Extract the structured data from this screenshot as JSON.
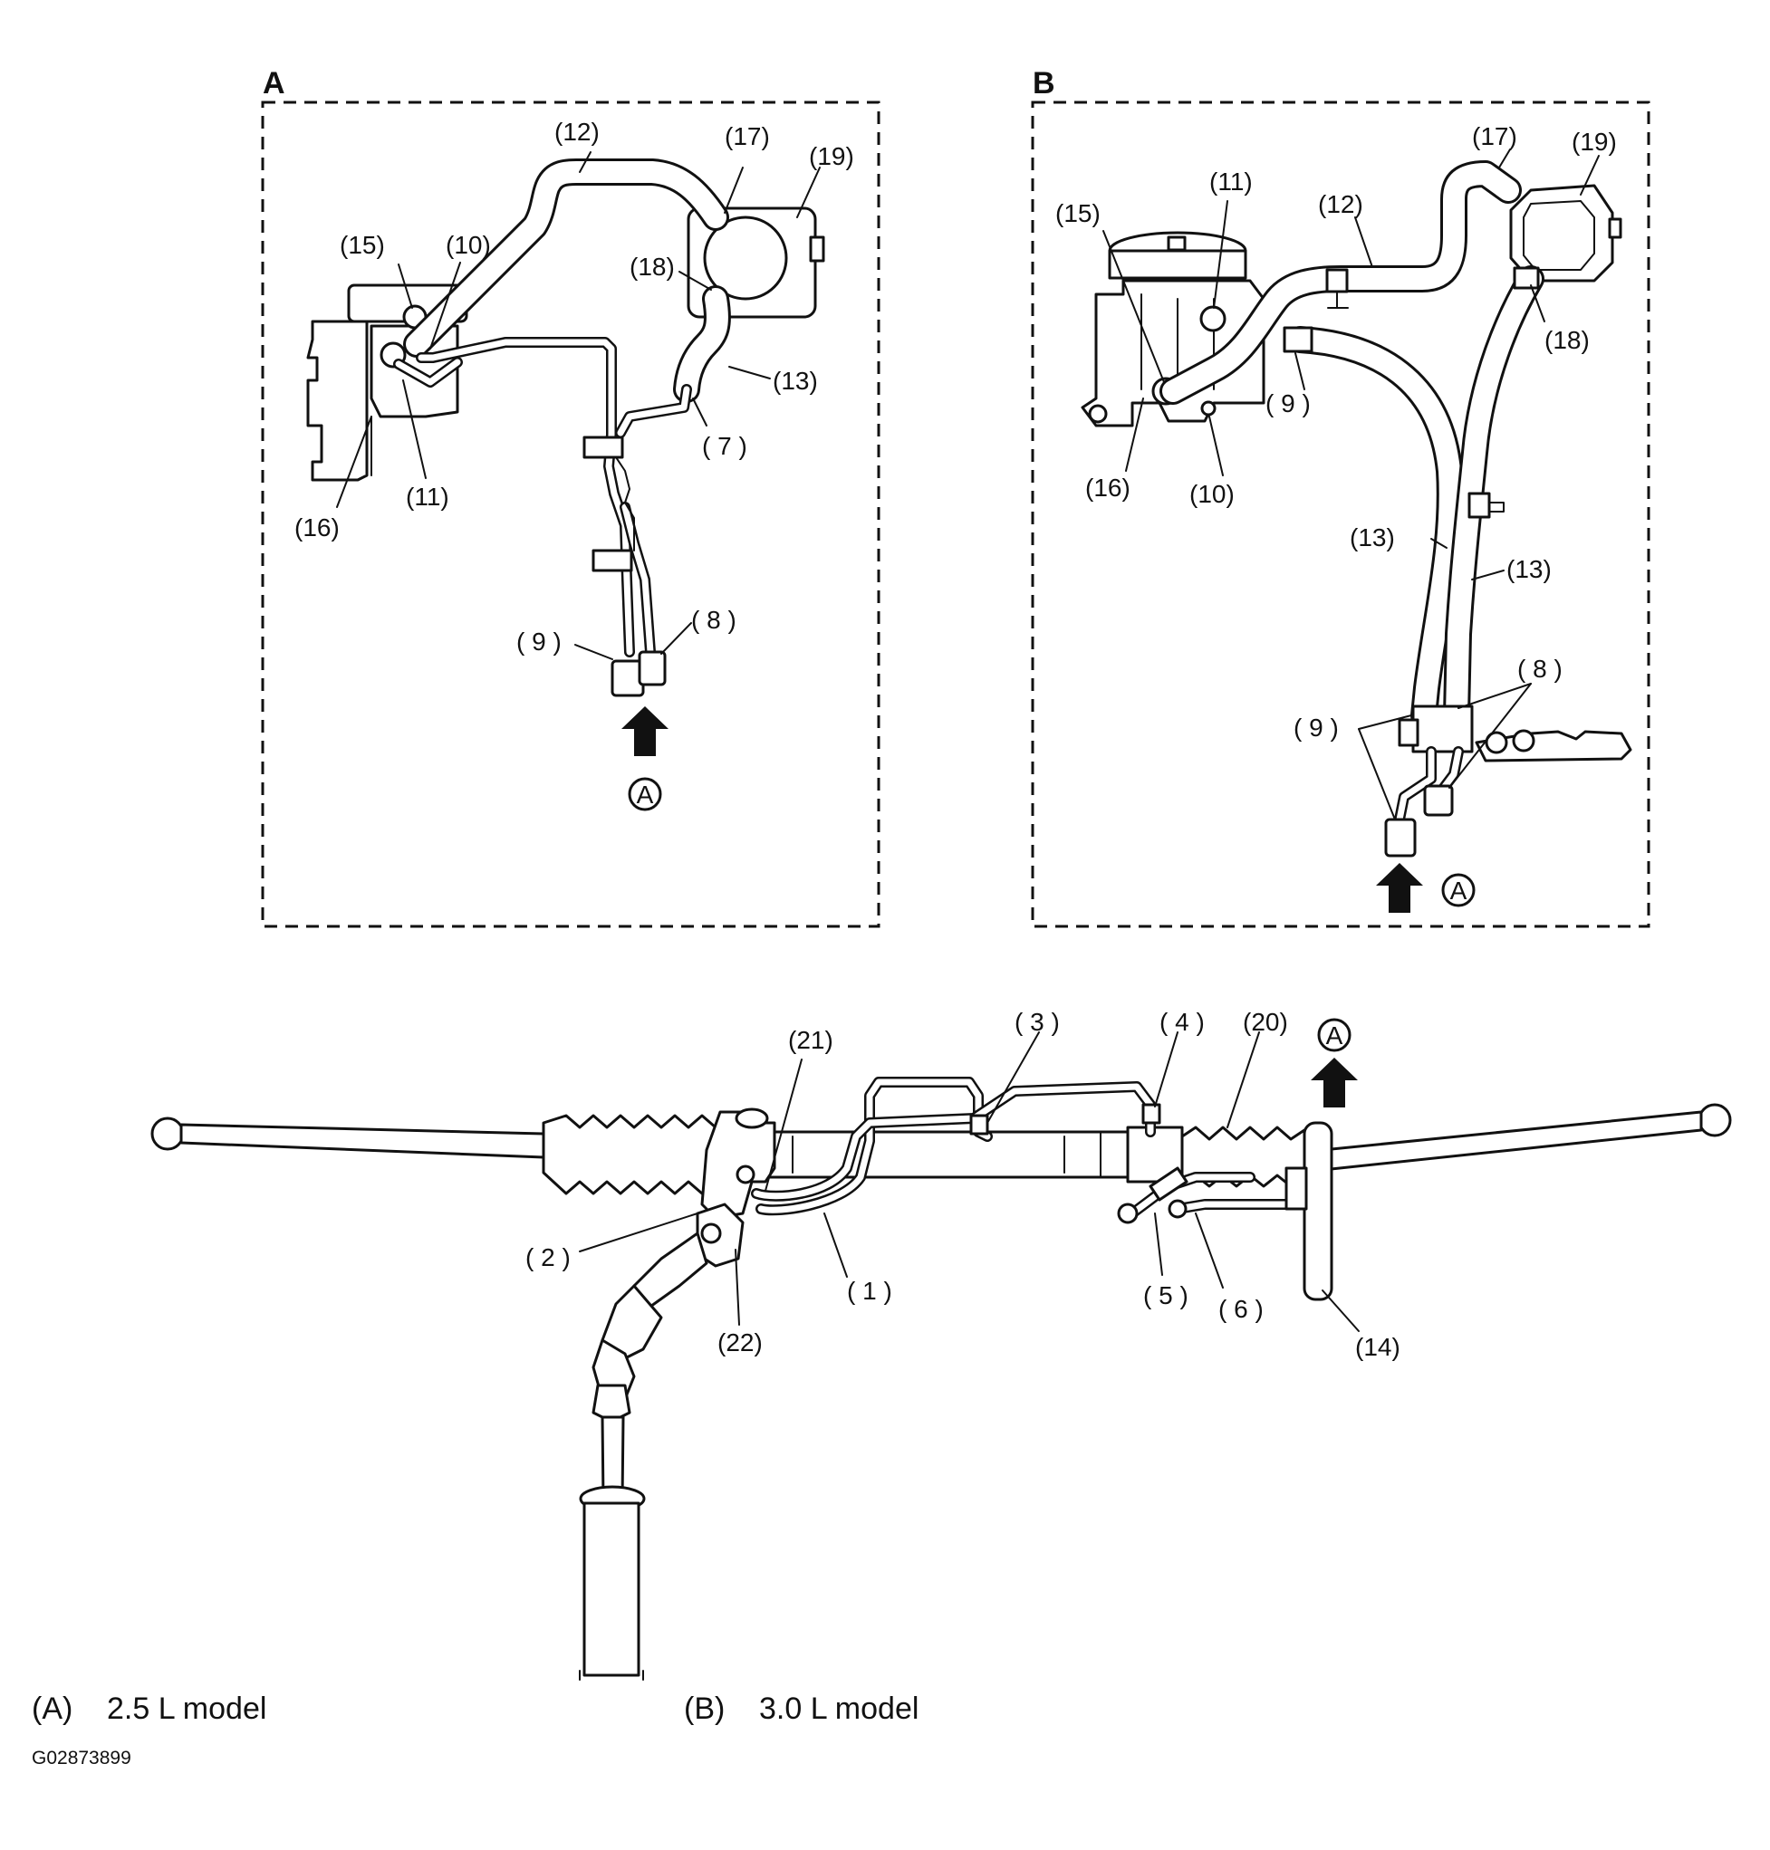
{
  "panels": {
    "a": {
      "title": "A",
      "labels": {
        "c7": "( 7 )",
        "c8": "( 8 )",
        "c9": "( 9 )",
        "c10": "(10)",
        "c11": "(11)",
        "c12": "(12)",
        "c13": "(13)",
        "c15": "(15)",
        "c16": "(16)",
        "c17": "(17)",
        "c18": "(18)",
        "c19": "(19)"
      },
      "marker": "A"
    },
    "b": {
      "title": "B",
      "labels": {
        "c8": "( 8 )",
        "c9a": "( 9 )",
        "c9b": "( 9 )",
        "c10": "(10)",
        "c11": "(11)",
        "c12": "(12)",
        "c13a": "(13)",
        "c13b": "(13)",
        "c15": "(15)",
        "c16": "(16)",
        "c17": "(17)",
        "c18": "(18)",
        "c19": "(19)"
      },
      "marker": "A"
    }
  },
  "main": {
    "labels": {
      "c1": "( 1 )",
      "c2": "( 2 )",
      "c3": "( 3 )",
      "c4": "( 4 )",
      "c5": "( 5 )",
      "c6": "( 6 )",
      "c14": "(14)",
      "c20": "(20)",
      "c21": "(21)",
      "c22": "(22)"
    },
    "marker": "A"
  },
  "captions": {
    "a_key": "(A)",
    "a_text": "2.5 L model",
    "b_key": "(B)",
    "b_text": "3.0 L model"
  },
  "figure_id": "G02873899"
}
